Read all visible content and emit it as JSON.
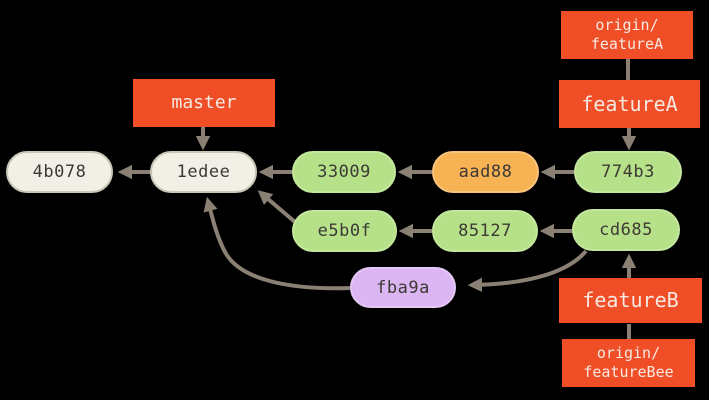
{
  "diagram": {
    "description": "Git commit history graph with local and remote feature branches",
    "colors": {
      "background": "#000000",
      "ref_box": "#f04e27",
      "ref_text": "#f6e9e2",
      "commit_cream": "#f1efe6",
      "commit_green": "#b6e189",
      "commit_orange": "#f7b254",
      "commit_purple": "#dcb6f2",
      "commit_text": "#3d3935",
      "arrow": "#8a8174"
    },
    "commits": {
      "n4b078": {
        "label": "4b078",
        "color_name": "cream"
      },
      "n1edee": {
        "label": "1edee",
        "color_name": "cream"
      },
      "n33009": {
        "label": "33009",
        "color_name": "green"
      },
      "naad88": {
        "label": "aad88",
        "color_name": "orange"
      },
      "n774b3": {
        "label": "774b3",
        "color_name": "green"
      },
      "ne5b0f": {
        "label": "e5b0f",
        "color_name": "green"
      },
      "n85127": {
        "label": "85127",
        "color_name": "green"
      },
      "ncd685": {
        "label": "cd685",
        "color_name": "green"
      },
      "nfba9a": {
        "label": "fba9a",
        "color_name": "purple"
      }
    },
    "refs": {
      "master": {
        "label": "master"
      },
      "origin_featureA": {
        "line1": "origin/",
        "line2": "featureA"
      },
      "featureA": {
        "label": "featureA"
      },
      "featureB": {
        "label": "featureB"
      },
      "origin_featureBee": {
        "line1": "origin/",
        "line2": "featureBee"
      }
    },
    "edges": [
      {
        "from": "1edee",
        "to": "4b078",
        "arrowhead": true
      },
      {
        "from": "33009",
        "to": "1edee",
        "arrowhead": true
      },
      {
        "from": "aad88",
        "to": "33009",
        "arrowhead": true
      },
      {
        "from": "774b3",
        "to": "aad88",
        "arrowhead": true
      },
      {
        "from": "85127",
        "to": "e5b0f",
        "arrowhead": true
      },
      {
        "from": "cd685",
        "to": "85127",
        "arrowhead": true
      },
      {
        "from": "e5b0f",
        "to": "1edee",
        "arrowhead": true
      },
      {
        "from": "fba9a",
        "to": "1edee",
        "arrowhead": true
      },
      {
        "from": "cd685",
        "to": "fba9a",
        "arrowhead": true
      },
      {
        "from": "master",
        "to": "1edee",
        "arrowhead": true
      },
      {
        "from": "origin/featureA",
        "to": "featureA",
        "arrowhead": false
      },
      {
        "from": "featureA",
        "to": "774b3",
        "arrowhead": true
      },
      {
        "from": "featureB",
        "to": "cd685",
        "arrowhead": true
      },
      {
        "from": "origin/featureBee",
        "to": "featureB",
        "arrowhead": false
      }
    ]
  }
}
